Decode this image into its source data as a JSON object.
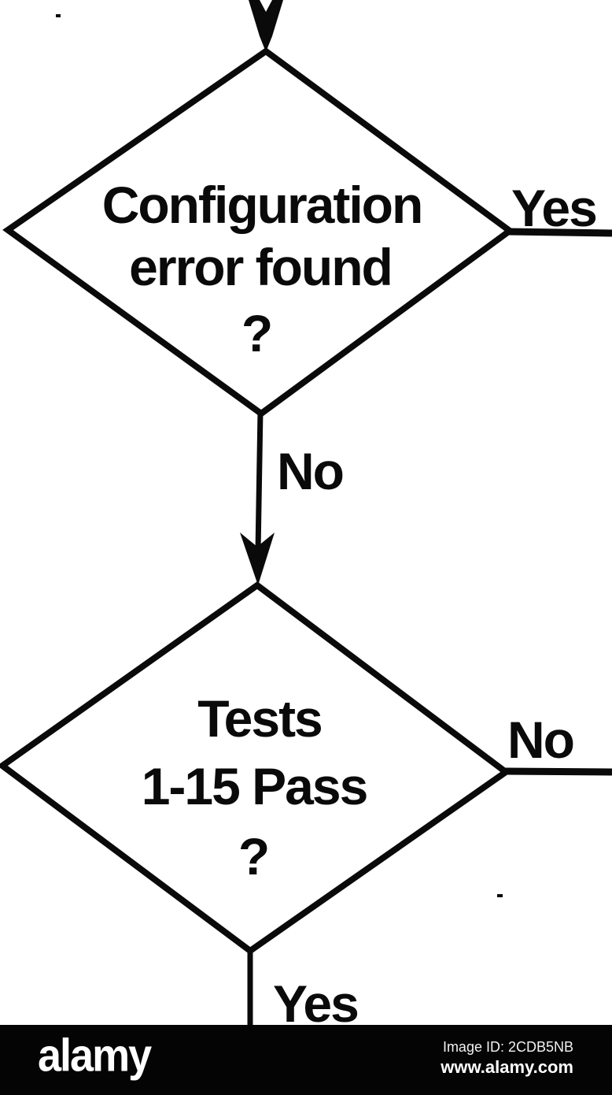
{
  "diagram": {
    "type": "flowchart",
    "description": "Scanned black-and-white diagnostic flowchart fragment with two decision diamonds",
    "nodes": [
      {
        "id": "config-error-decision",
        "shape": "diamond",
        "lines": [
          "Configuration",
          "error found",
          "?"
        ]
      },
      {
        "id": "tests-pass-decision",
        "shape": "diamond",
        "lines": [
          "Tests",
          "1-15 Pass",
          "?"
        ]
      }
    ],
    "edges": [
      {
        "from": "top",
        "to": "config-error-decision",
        "label": "",
        "direction": "down"
      },
      {
        "from": "config-error-decision",
        "to": "right-edge",
        "label": "Yes",
        "direction": "right"
      },
      {
        "from": "config-error-decision",
        "to": "tests-pass-decision",
        "label": "No",
        "direction": "down"
      },
      {
        "from": "tests-pass-decision",
        "to": "right-edge",
        "label": "No",
        "direction": "right"
      },
      {
        "from": "tests-pass-decision",
        "to": "bottom-edge",
        "label": "Yes",
        "direction": "down"
      }
    ]
  },
  "watermark": {
    "brand": "alamy",
    "image_id": "Image ID: 2CDB5NB",
    "url": "www.alamy.com"
  },
  "colors": {
    "ink": "#0a0a0a",
    "background": "#ffffff",
    "footer_bar": "#040404",
    "footer_text": "#ffffff"
  }
}
